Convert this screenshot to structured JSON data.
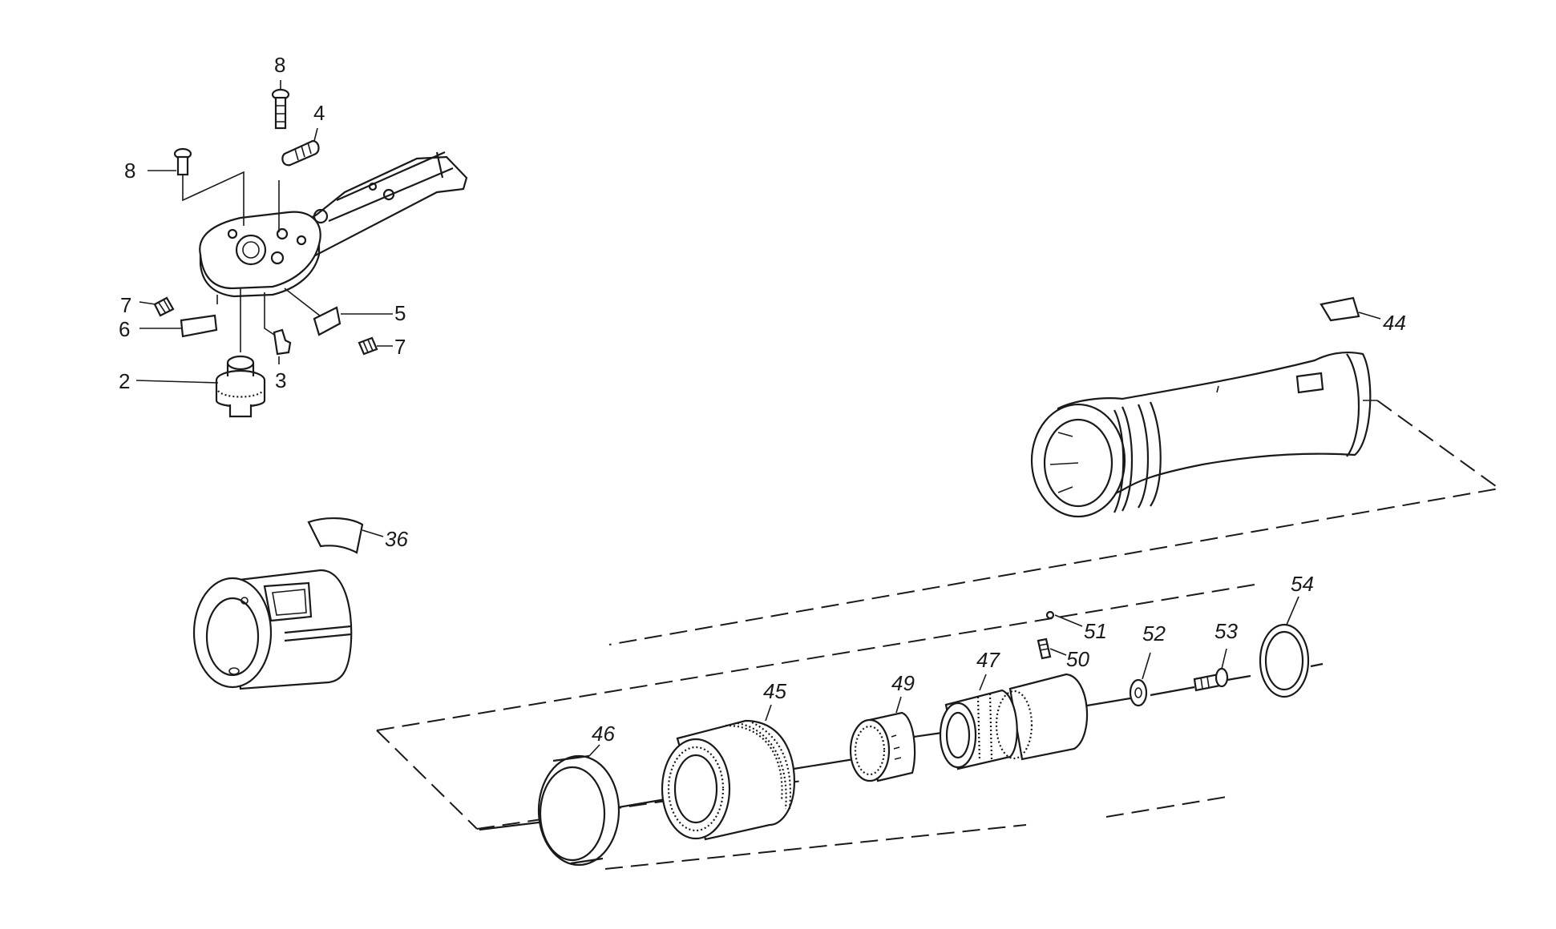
{
  "labels": {
    "p8a": "8",
    "p4": "4",
    "p8b": "8",
    "p7a": "7",
    "p6": "6",
    "p5": "5",
    "p7b": "7",
    "p2": "2",
    "p3": "3",
    "p44": "44",
    "p36": "36",
    "p51": "51",
    "p50": "50",
    "p52": "52",
    "p53": "53",
    "p54": "54",
    "p47": "47",
    "p49": "49",
    "p45": "45",
    "p46": "46"
  }
}
